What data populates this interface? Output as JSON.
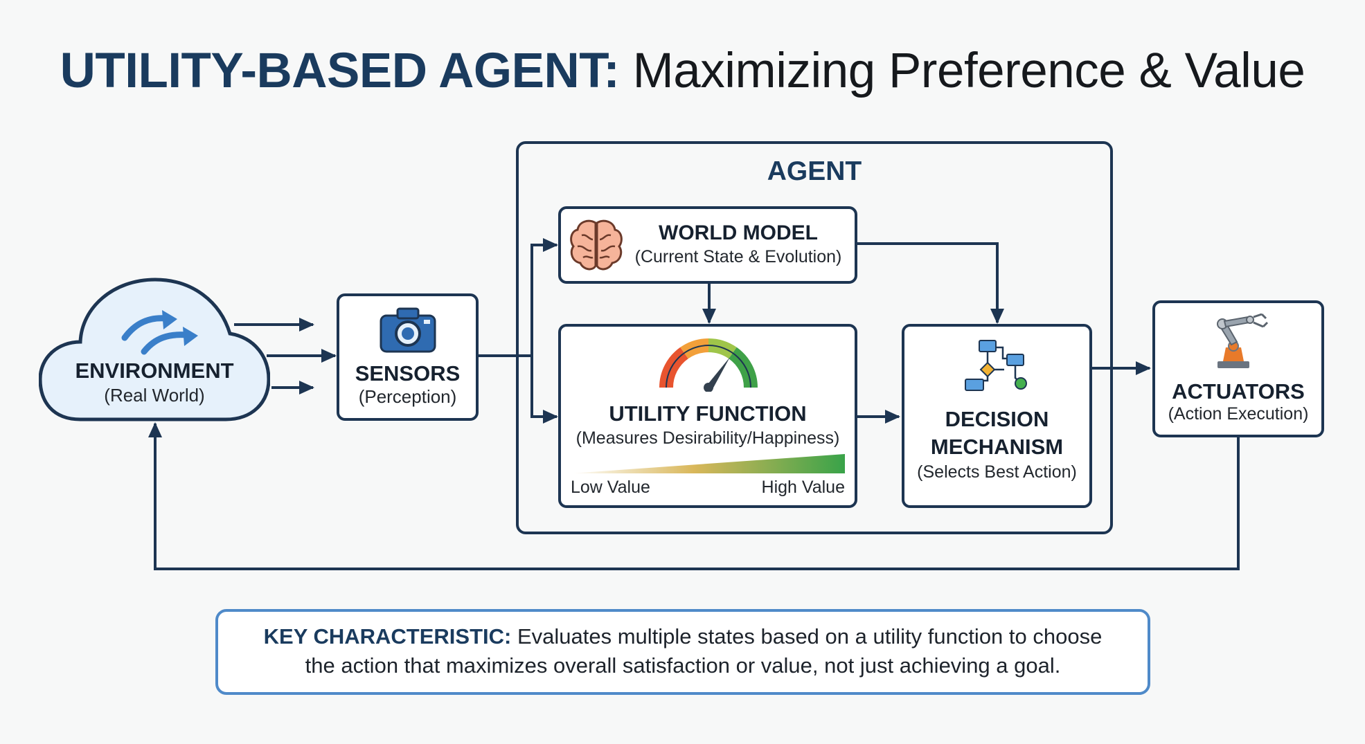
{
  "title": {
    "accent": "UTILITY-BASED AGENT:",
    "rest": "Maximizing Preference & Value"
  },
  "environment": {
    "label": "ENVIRONMENT",
    "sub": "(Real World)"
  },
  "sensors": {
    "label": "SENSORS",
    "sub": "(Perception)"
  },
  "agent": {
    "label": "AGENT"
  },
  "world_model": {
    "label": "WORLD MODEL",
    "sub": "(Current State & Evolution)"
  },
  "utility_function": {
    "label": "UTILITY FUNCTION",
    "sub": "(Measures Desirability/Happiness)",
    "low": "Low Value",
    "high": "High Value"
  },
  "decision": {
    "line1": "DECISION",
    "line2": "MECHANISM",
    "sub": "(Selects Best Action)"
  },
  "actuators": {
    "label": "ACTUATORS",
    "sub": "(Action Execution)"
  },
  "key": {
    "label": "KEY CHARACTERISTIC:",
    "line1_rest": "Evaluates multiple states based on a utility function to choose",
    "line2": "the action that maximizes overall satisfaction or value, not just achieving a goal."
  },
  "icons": {
    "environment": "cloud-icon",
    "sensors": "camera-icon",
    "world_model": "brain-icon",
    "utility": "gauge-icon",
    "decision": "flowchart-icon",
    "actuators": "robot-arm-icon"
  },
  "colors": {
    "frame": "#1d3552",
    "accent": "#1a3b5e",
    "cloud_fill": "#e6f1fb",
    "key_border": "#4f8ac9",
    "gradient_low": "#ffffff",
    "gradient_high": "#39a349"
  }
}
